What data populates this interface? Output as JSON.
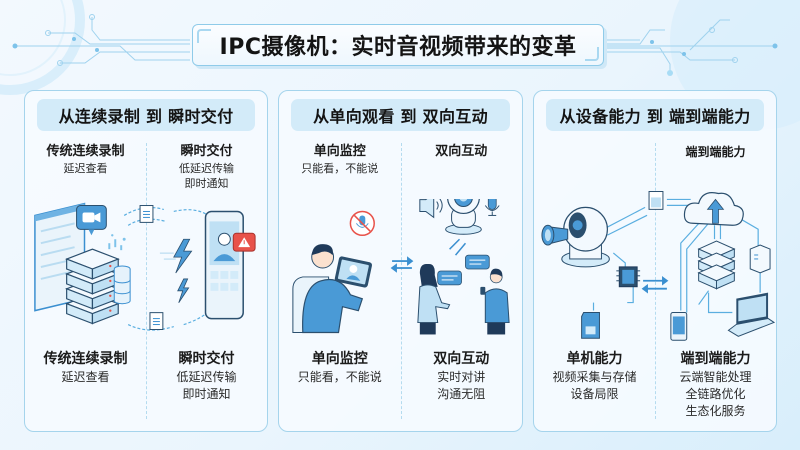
{
  "title": "IPC摄像机：实时音视频带来的变革",
  "colors": {
    "accent": "#3a8fd0",
    "accent_light": "#d3ebf9",
    "panel_border": "#a5d4ec",
    "alert": "#e8524a",
    "outline": "#2b4f6e"
  },
  "panels": [
    {
      "header": "从连续录制 到 瞬时交付",
      "top_left": {
        "heading": "传统连续录制",
        "lines": [
          "延迟查看"
        ]
      },
      "top_right": {
        "heading": "瞬时交付",
        "lines": [
          "低延迟传输",
          "即时通知"
        ]
      },
      "bottom_left": {
        "heading": "传统连续录制",
        "lines": [
          "延迟查看"
        ]
      },
      "bottom_right": {
        "heading": "瞬时交付",
        "lines": [
          "低延迟传输",
          "即时通知"
        ]
      },
      "icons": [
        "browser-window-icon",
        "video-camera-bubble-icon",
        "server-stack-icon",
        "database-icon",
        "document-icon",
        "lightning-icon",
        "smartphone-icon",
        "alert-icon"
      ]
    },
    {
      "header": "从单向观看 到 双向互动",
      "top_left": {
        "heading": "单向监控",
        "lines": [
          "只能看，不能说"
        ]
      },
      "top_right": {
        "heading": "双向互动",
        "lines": []
      },
      "bottom_left": {
        "heading": "单向监控",
        "lines": [
          "只能看，不能说"
        ]
      },
      "bottom_right": {
        "heading": "双向互动",
        "lines": [
          "实时对讲",
          "沟通无阻"
        ]
      },
      "icons": [
        "person-with-tablet-icon",
        "muted-microphone-icon",
        "swap-arrows-icon",
        "ip-camera-icon",
        "speaker-icon",
        "microphone-icon",
        "chat-bubble-icon",
        "people-talking-icon"
      ]
    },
    {
      "header": "从设备能力 到 端到端能力",
      "top_left": {
        "heading": "",
        "lines": []
      },
      "top_right": {
        "heading": "端到端能力",
        "lines": []
      },
      "bottom_left": {
        "heading": "单机能力",
        "lines": [
          "视频采集与存储",
          "设备局限"
        ]
      },
      "bottom_right": {
        "heading": "端到端能力",
        "lines": [
          "云端智能处理",
          "全链路优化",
          "生态化服务"
        ]
      },
      "icons": [
        "dome-camera-icon",
        "chip-icon",
        "sd-card-icon",
        "document-icon",
        "cloud-upload-icon",
        "server-stack-icon",
        "tower-server-icon",
        "smartphone-icon",
        "laptop-icon",
        "swap-arrows-icon"
      ]
    }
  ]
}
